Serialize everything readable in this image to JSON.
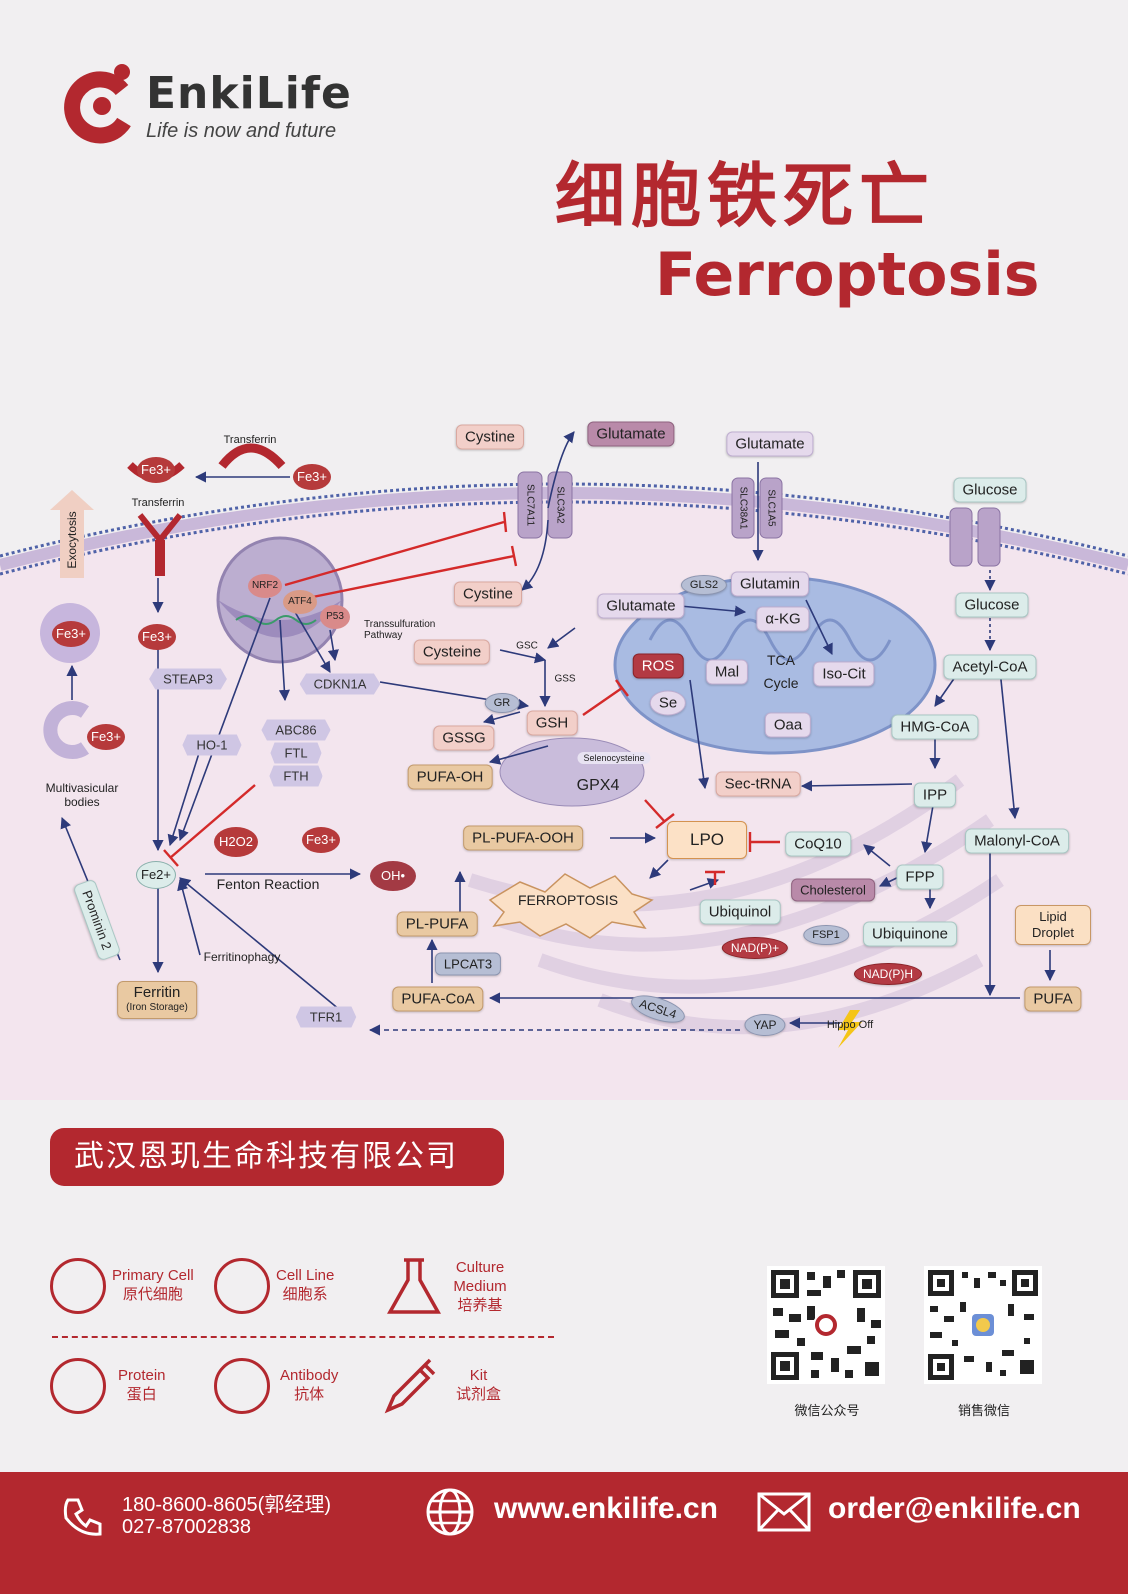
{
  "header": {
    "brand": "EnkiLife",
    "tagline": "Life is now and future",
    "title_cn": "细胞铁死亡",
    "title_en": "Ferroptosis"
  },
  "diagram": {
    "extracellular": {
      "transferrin_top": "Transferrin",
      "transferrin_receptor": "Transferrin",
      "fe3_a": "Fe3+",
      "fe3_b": "Fe3+",
      "cystine_out": "Cystine",
      "glutamate_out_1": "Glutamate",
      "glutamate_out_2": "Glutamate",
      "glucose_out": "Glucose",
      "exocytosis": "Exocytosis"
    },
    "transporters": [
      "SLC7A11",
      "SLC3A2",
      "SLC38A1",
      "SLC1A5"
    ],
    "nucleus": {
      "nrf2": "NRF2",
      "atf4": "ATF4",
      "p53": "P53"
    },
    "nodes": {
      "cystine_in": "Cystine",
      "transsulfuration": "Transsulfuration Pathway",
      "cysteine": "Cysteine",
      "gsc": "GSC",
      "gss": "GSS",
      "gsh": "GSH",
      "gr": "GR",
      "gssg": "GSSG",
      "pufa_oh": "PUFA-OH",
      "gpx4": "GPX4",
      "selenocysteine": "Selenocysteine",
      "se": "Se",
      "sec_trna": "Sec-tRNA",
      "glutamate_in": "Glutamate",
      "gls2": "GLS2",
      "glutamin": "Glutamin",
      "akg": "α-KG",
      "ros": "ROS",
      "mal": "Mal",
      "tca": "TCA",
      "cycle": "Cycle",
      "isocit": "Iso-Cit",
      "oaa": "Oaa",
      "glucose_in": "Glucose",
      "acetyl_coa": "Acetyl-CoA",
      "hmg_coa": "HMG-CoA",
      "ipp": "IPP",
      "malonyl_coa": "Malonyl-CoA",
      "fpp": "FPP",
      "coq10": "CoQ10",
      "cholesterol": "Cholesterol",
      "lpo": "LPO",
      "ubiquinol": "Ubiquinol",
      "ubiquinone": "Ubiquinone",
      "fsp1": "FSP1",
      "nadp_plus": "NAD(P)+",
      "nadph": "NAD(P)H",
      "lipid_droplet": "Lipid Droplet",
      "pufa": "PUFA",
      "acsl4": "ACSL4",
      "yap": "YAP",
      "hippo_off": "Hippo Off",
      "pufa_coa": "PUFA-CoA",
      "lpcat3": "LPCAT3",
      "pl_pufa": "PL-PUFA",
      "pl_pufa_ooh": "PL-PUFA-OOH",
      "ferroptosis": "FERROPTOSIS",
      "steap3": "STEAP3",
      "cdkn1a": "CDKN1A",
      "ho1": "HO-1",
      "abc86": "ABC86",
      "ftl": "FTL",
      "fth": "FTH",
      "fe3_cell": "Fe3+",
      "fe2": "Fe2+",
      "h2o2": "H2O2",
      "fe3_fenton": "Fe3+",
      "fenton": "Fenton Reaction",
      "oh": "OH•",
      "ferritinophagy": "Ferritinophagy",
      "ferritin": "Ferritin",
      "ferritin_sub": "(Iron Storage)",
      "prominin2": "Prominin 2",
      "tfr1": "TFR1",
      "mvb_fe3": "Fe3+",
      "mvb_fe3_b": "Fe3+",
      "mvb_label": "Multivasicular bodies"
    }
  },
  "footer": {
    "company": "武汉恩玑生命科技有限公司",
    "products": [
      {
        "en": "Primary Cell",
        "cn": "原代细胞"
      },
      {
        "en": "Cell Line",
        "cn": "细胞系"
      },
      {
        "en": "Culture Medium",
        "cn": "培养基"
      },
      {
        "en": "Protein",
        "cn": "蛋白"
      },
      {
        "en": "Antibody",
        "cn": "抗体"
      },
      {
        "en": "Kit",
        "cn": "试剂盒"
      }
    ],
    "qr1_caption": "微信公众号",
    "qr2_caption": "销售微信",
    "phone1": "180-8600-8605(郭经理)",
    "phone2": "027-87002838",
    "website": "www.enkilife.cn",
    "email": "order@enkilife.cn"
  },
  "colors": {
    "brand_red": "#b3282f",
    "membrane": "#5a6aa8",
    "mito": "#9fb2dc"
  }
}
